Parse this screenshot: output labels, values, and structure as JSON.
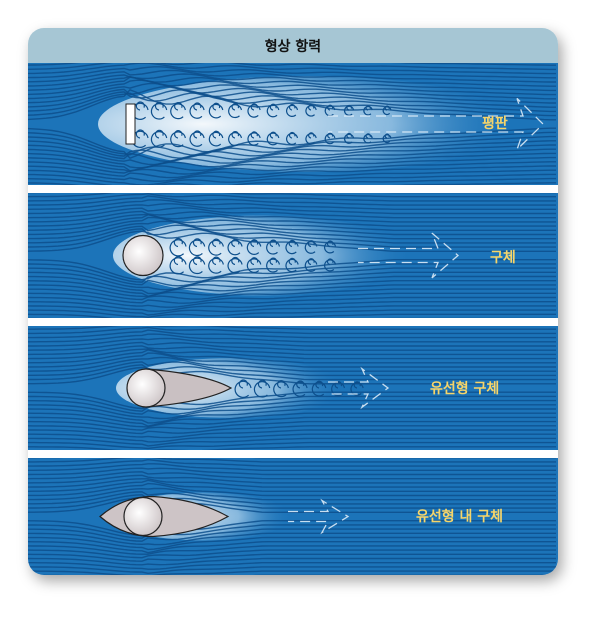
{
  "title": "형상 항력",
  "panels": [
    {
      "label": "평판",
      "shape": "flat-plate"
    },
    {
      "label": "구체",
      "shape": "sphere"
    },
    {
      "label": "유선형 구체",
      "shape": "streamlined-sphere"
    },
    {
      "label": "유선형 내 구체",
      "shape": "sphere-inside-streamlined-body"
    }
  ],
  "colors": {
    "flow": "#1c74b9",
    "label": "#f6d56a",
    "header": "#a6c6d4"
  }
}
